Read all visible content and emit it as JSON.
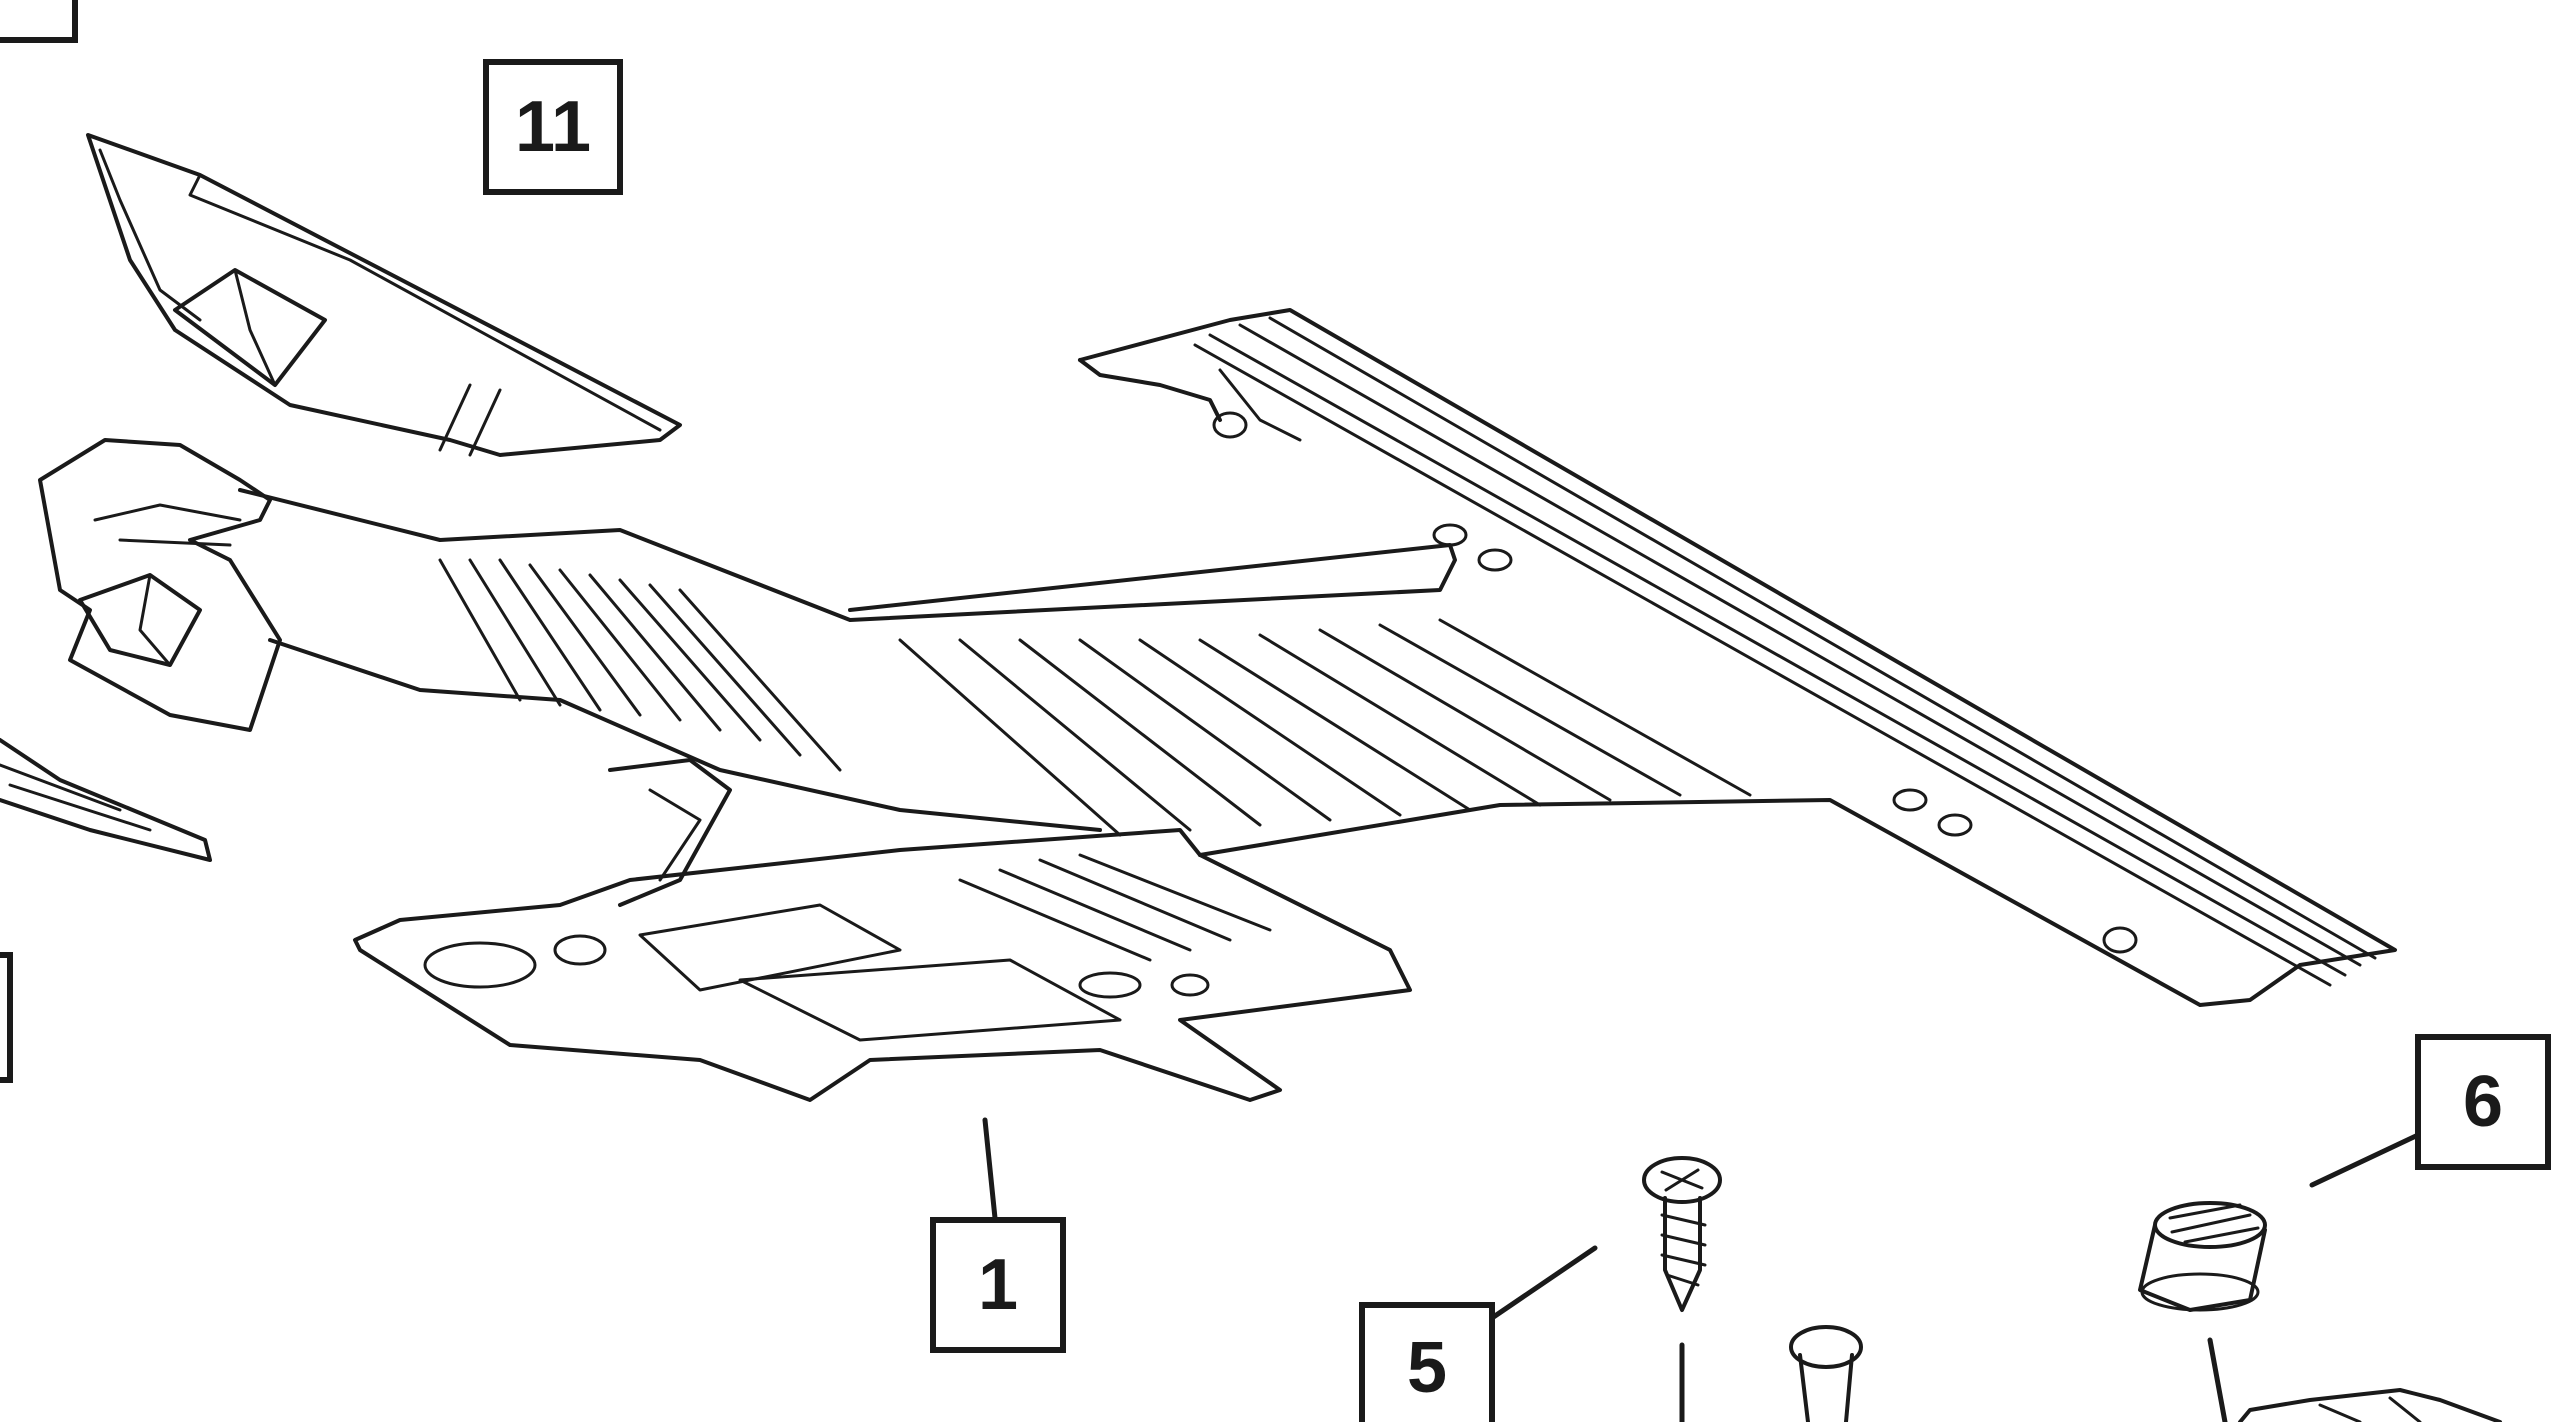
{
  "callouts": {
    "c11": "11",
    "c1": "1",
    "c5": "5",
    "c6": "6"
  },
  "colors": {
    "line": "#1a1a1a",
    "background": "#ffffff"
  }
}
